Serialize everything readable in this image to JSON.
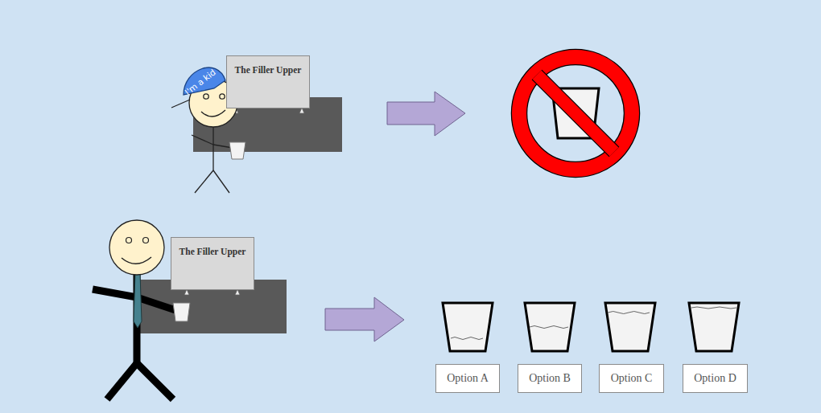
{
  "diagram": {
    "nodes": [
      {
        "text": [
          "The Filler Upper"
        ]
      },
      {
        "text": [
          "The Filler Upper"
        ]
      },
      {
        "text": [
          "Option A"
        ]
      },
      {
        "text": [
          "Option B"
        ]
      },
      {
        "text": [
          "Option C"
        ]
      },
      {
        "text": [
          "Option D"
        ]
      }
    ],
    "labels": [
      "I'm a kid"
    ]
  }
}
